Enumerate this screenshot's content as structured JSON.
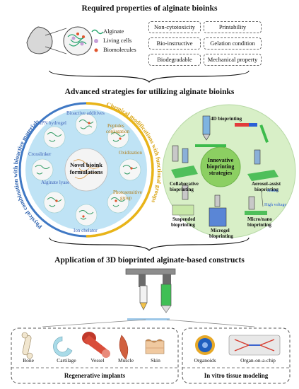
{
  "section1": {
    "title": "Required properties of alginate bioinks",
    "legend": [
      "Alginate",
      "Living cells",
      "Biomolecules"
    ],
    "properties": [
      "Non-cytotoxicity",
      "Printability",
      "Bio-instructive",
      "Gelation condition",
      "Biodegradable",
      "Mechanical property"
    ]
  },
  "section2": {
    "title": "Advanced strategies for utilizing alginate bioinks",
    "left_ring_left": "Physical combination with bioactive materials",
    "left_ring_right": "Chemical modifications with functional groups",
    "center": [
      "Novel bioink",
      "formulations"
    ],
    "items": [
      "Bioactive additives",
      "IPN hydrogel",
      "Peptides",
      "conjugation",
      "Crosslinker",
      "Oxidization",
      "Alginate lyase",
      "Photosensitive",
      "group",
      "Ion chelator"
    ],
    "right_center": [
      "Innovative",
      "bioprinting",
      "strategies"
    ],
    "right_items": [
      "4D bioprinting",
      "Collaborative",
      "bioprinting",
      "Aerosol-assist",
      "bioprinting",
      "Suspended",
      "bioprinting",
      "Microgel",
      "bioprinting",
      "Micro/nano",
      "bioprinting",
      "Heater",
      "High voltage"
    ]
  },
  "section3": {
    "title": "Application of 3D bioprinted alginate-based constructs",
    "left_items": [
      "Bone",
      "Cartilage",
      "Vessel",
      "Muscle",
      "Skin"
    ],
    "left_group": "Regenerative implants",
    "right_items": [
      "Organoids",
      "Organ-on-a-chip"
    ],
    "right_group": "In vitro tissue modeling"
  },
  "colors": {
    "left_ring_blue": "#3f78c4",
    "left_ring_gold": "#e9b418",
    "left_fill": "#bfe3f5",
    "right_fill": "#d8efc7",
    "dashed": "#555555"
  }
}
